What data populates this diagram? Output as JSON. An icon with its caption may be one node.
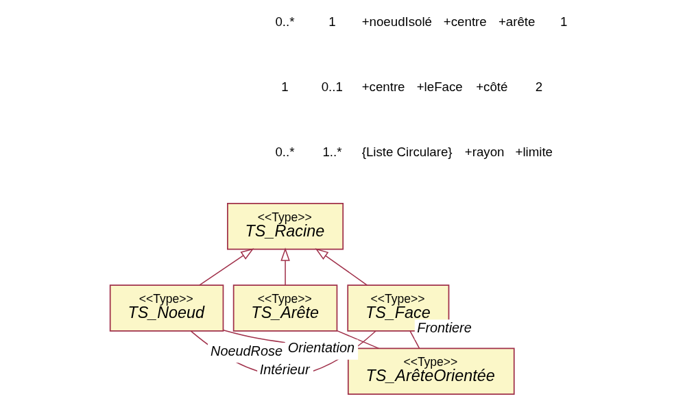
{
  "diagram": {
    "nodes": [
      {
        "text": [
          "<<Type>>",
          "TS_Racine"
        ]
      },
      {
        "text": [
          "<<Type>>",
          "TS_Noeud"
        ]
      },
      {
        "text": [
          "<<Type>>",
          "TS_Arête"
        ]
      },
      {
        "text": [
          "<<Type>>",
          "TS_Face"
        ]
      },
      {
        "text": [
          "<<Type>>",
          "TS_ArêteOrientée"
        ]
      }
    ],
    "edges": [
      {
        "from": 1,
        "to": 0,
        "arrow": "to"
      },
      {
        "from": 2,
        "to": 0,
        "arrow": "to"
      },
      {
        "from": 3,
        "to": 0,
        "arrow": "to"
      },
      {
        "from": 1,
        "to": 4,
        "arrow": "none",
        "label": "NoeudRose"
      },
      {
        "from": 2,
        "to": 4,
        "arrow": "none",
        "label": "Orientation"
      },
      {
        "from": 3,
        "to": 4,
        "arrow": "none",
        "label": "Frontiere"
      },
      {
        "from": 1,
        "to": 3,
        "arrow": "none",
        "label": "Intérieur"
      }
    ],
    "labels": [
      "0..*",
      "1",
      "+noeudIsolé",
      "+centre",
      "+arête",
      "1",
      "1",
      "0..1",
      "+centre",
      "+leFace",
      "+côté",
      "2",
      "0..*",
      "1..*",
      "{Liste Circulare}",
      "+rayon",
      "+limite"
    ]
  }
}
